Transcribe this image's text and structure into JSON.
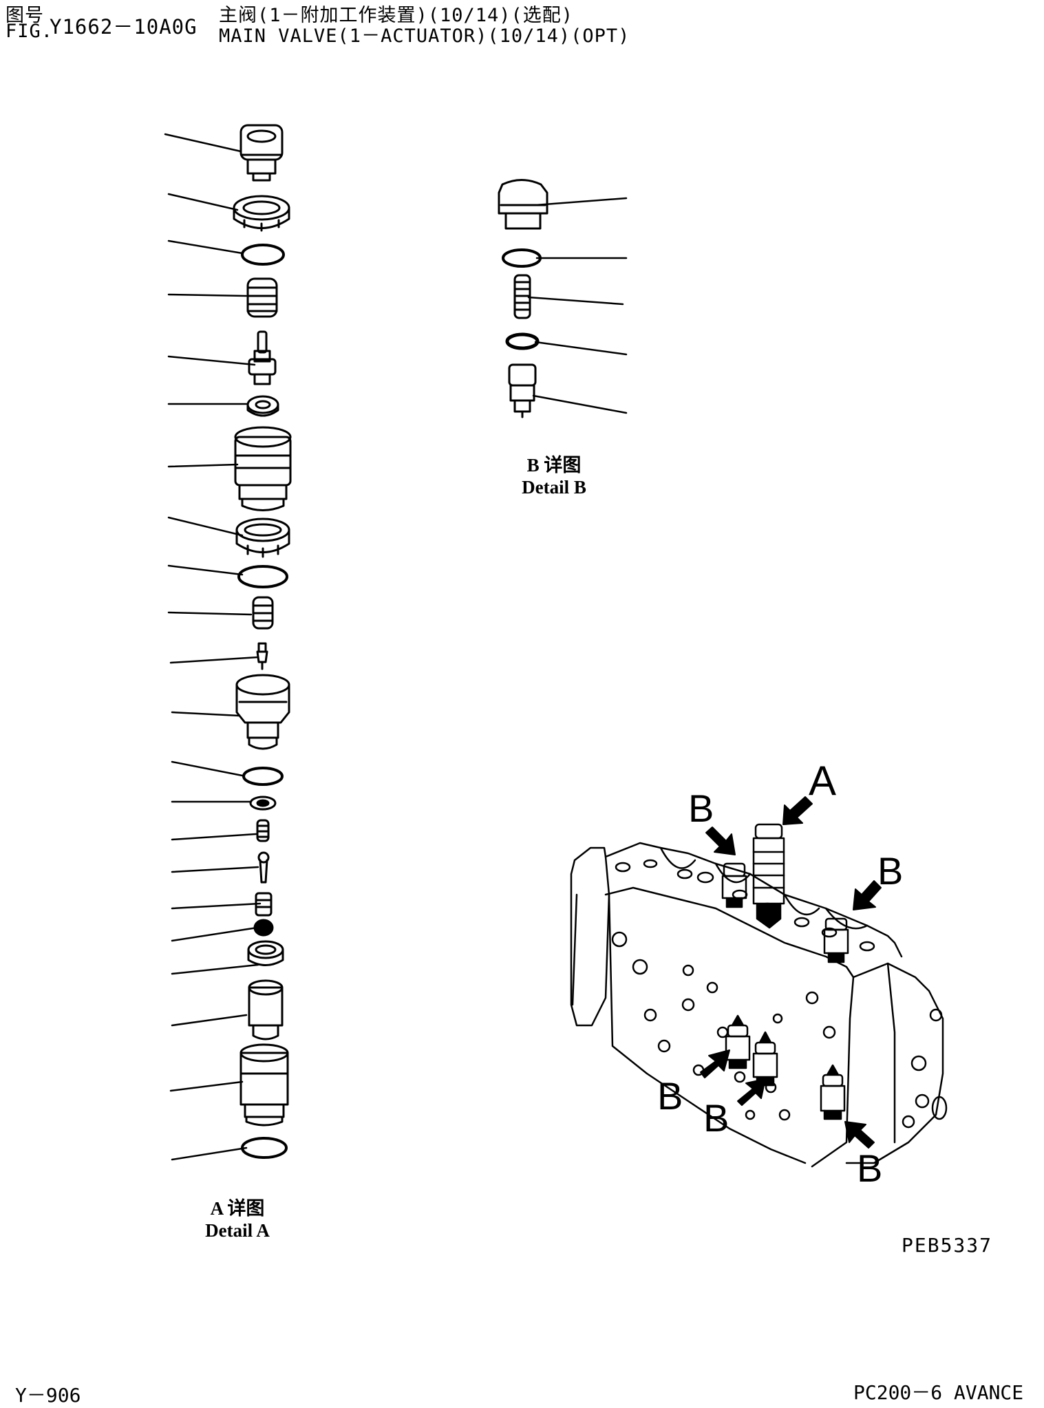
{
  "header": {
    "fig_label_cn": "图号",
    "fig_label_en": "FIG.",
    "fig_number": "Y1662－10A0G",
    "title_cn": "主阀(1－附加工作装置)(10/14)(选配)",
    "title_en": "MAIN VALVE(1－ACTUATOR)(10/14)(OPT)"
  },
  "detail_a": {
    "label_cn": "A 详图",
    "label_en": "Detail A"
  },
  "detail_b": {
    "label_cn": "B 详图",
    "label_en": "Detail B"
  },
  "callouts": {
    "a": "A",
    "b1": "B",
    "b2": "B",
    "b3": "B",
    "b4": "B",
    "b5": "B"
  },
  "drawing_code": "PEB5337",
  "footer": {
    "page": "Y－906",
    "model": "PC200－6 AVANCE"
  },
  "colors": {
    "ink": "#000000",
    "paper": "#ffffff"
  }
}
